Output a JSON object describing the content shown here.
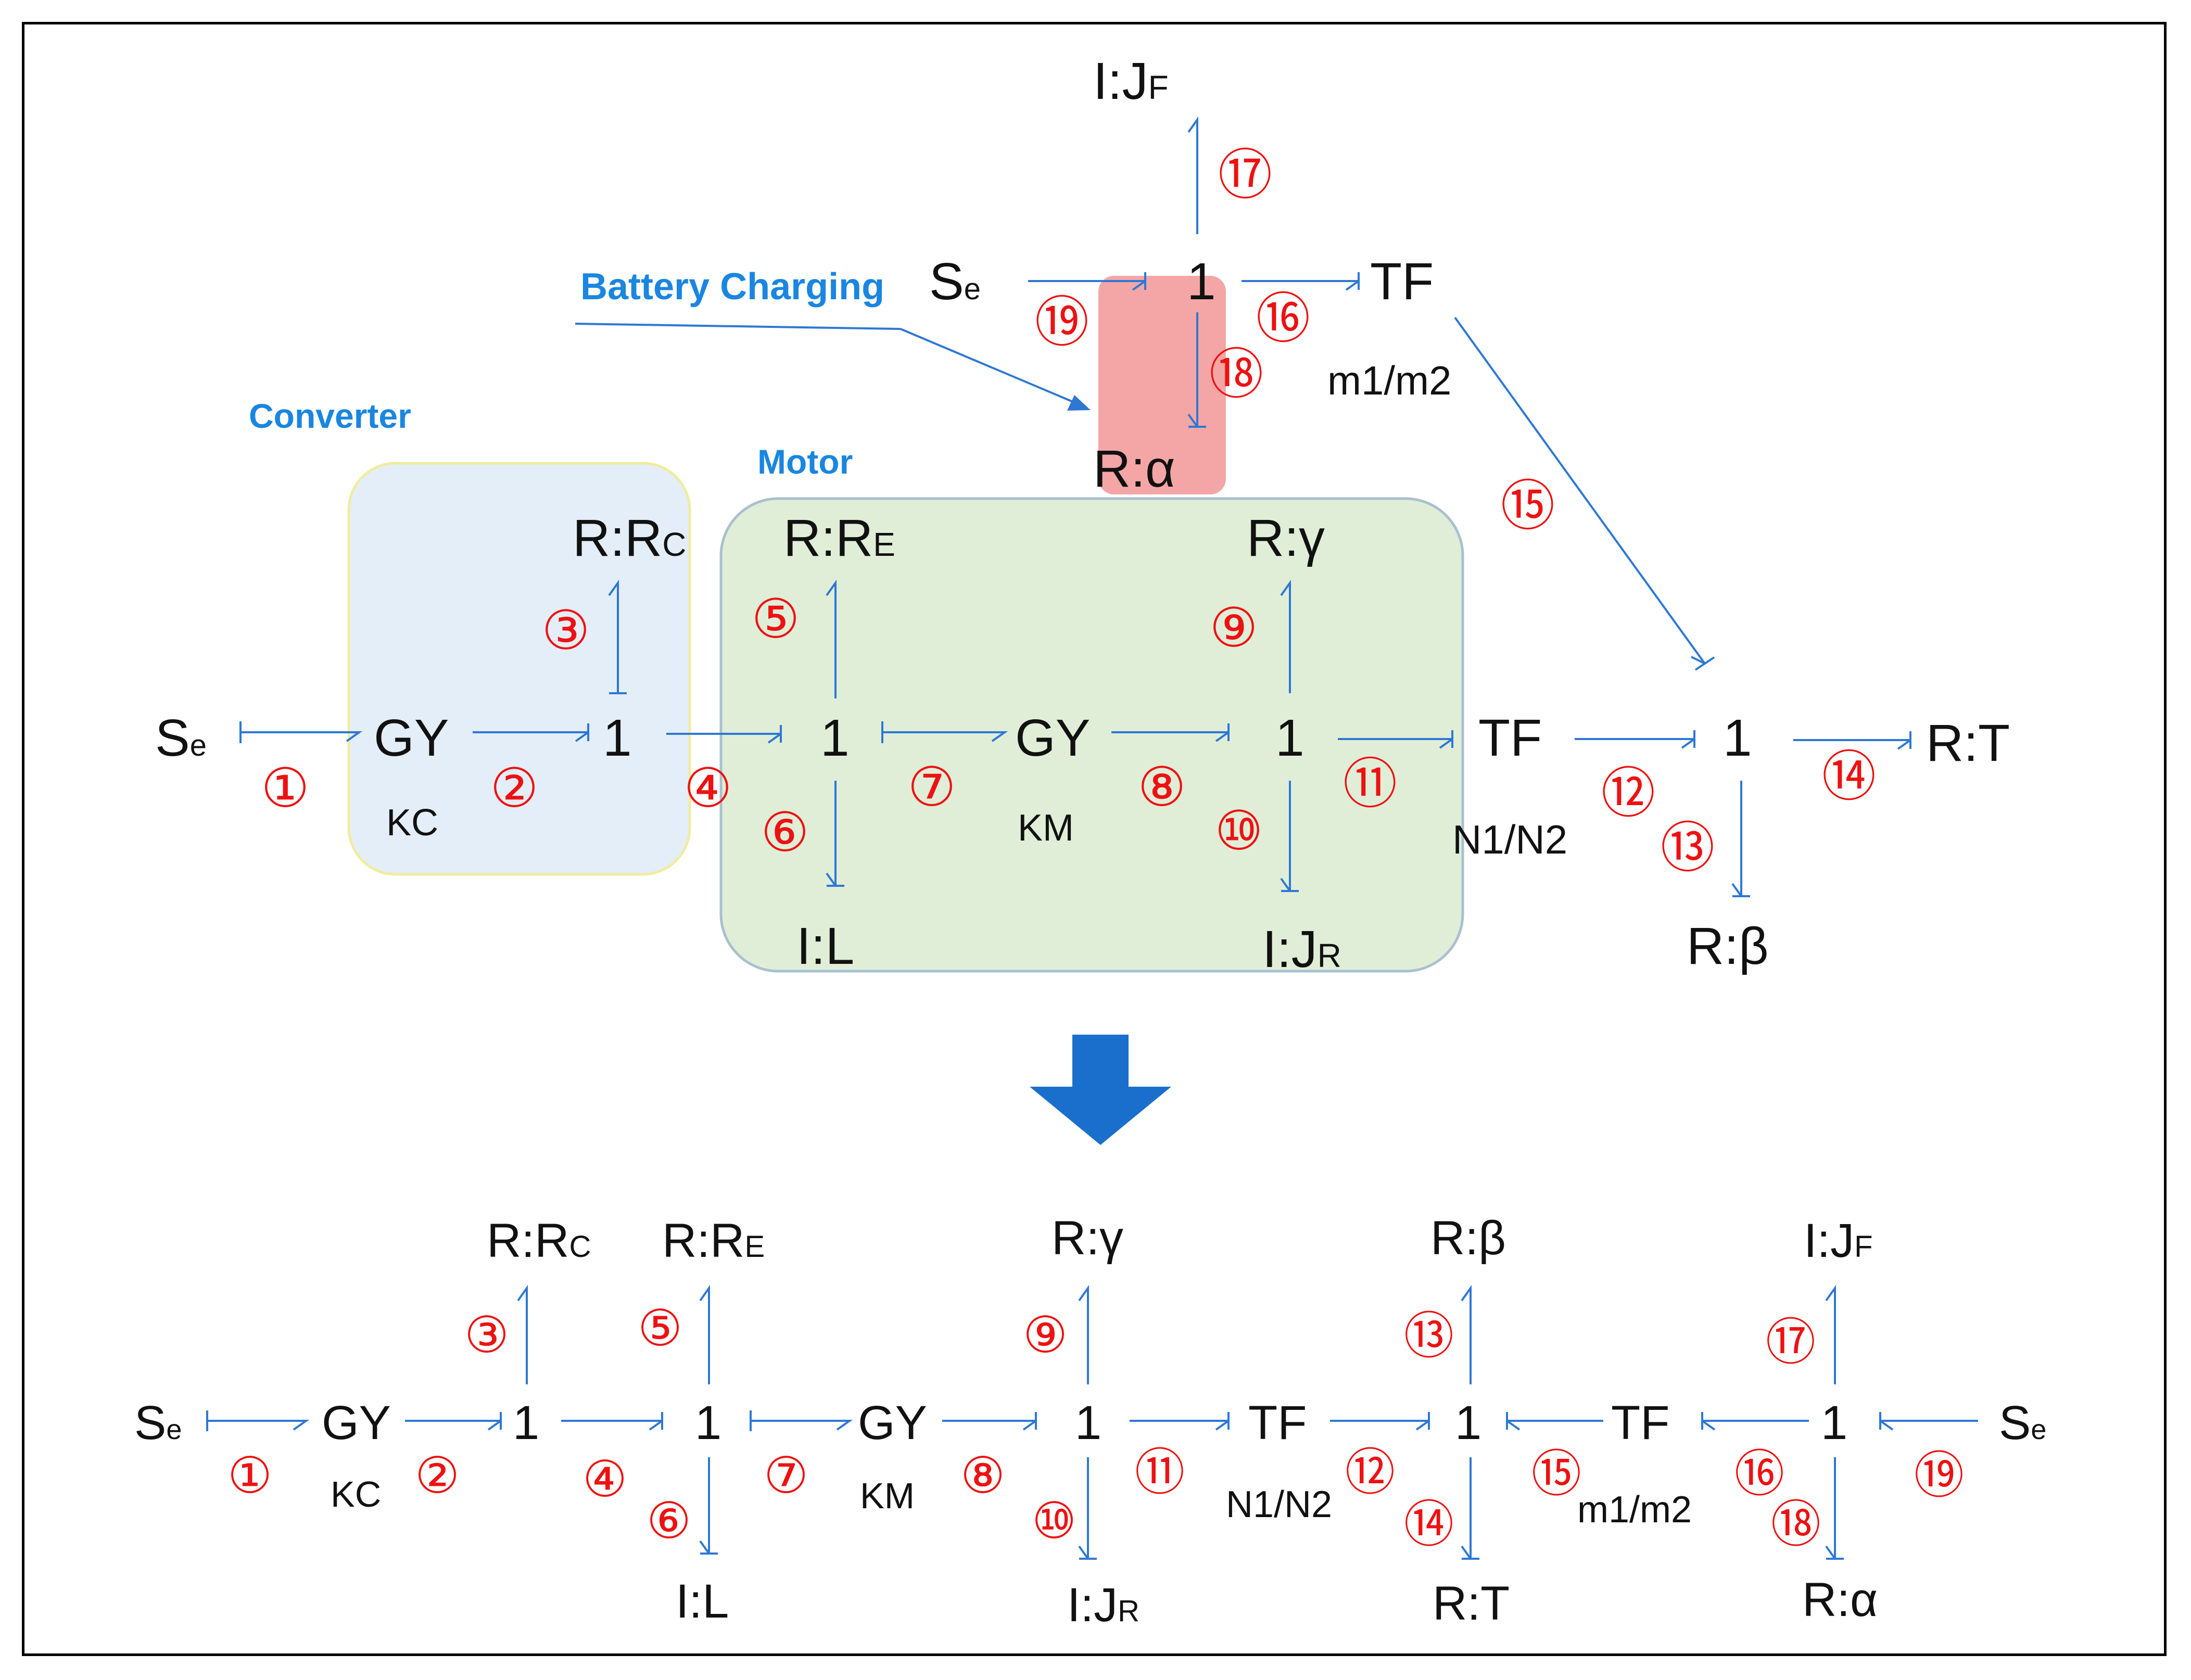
{
  "colors": {
    "bond": "#2e78d4",
    "bond_number": "#ee1111",
    "label_blue": "#1a86e0",
    "converter_fill": "#e4eef8",
    "converter_stroke": "#f0eca0",
    "motor_fill": "#e0eed8",
    "motor_stroke": "#a8c0d0",
    "battery_fill": "#f4a6a6",
    "down_arrow": "#1a6fcc"
  },
  "regions": {
    "converter": "Converter",
    "motor": "Motor",
    "battery_charging": "Battery Charging"
  },
  "top": {
    "se1": "S",
    "se1_sub": "e",
    "gy1": "GY",
    "kc": "KC",
    "one_a": "1",
    "rc": "R:R",
    "rc_sub": "C",
    "one_b": "1",
    "re": "R:R",
    "re_sub": "E",
    "il": "I:L",
    "gy2": "GY",
    "km": "KM",
    "one_c": "1",
    "rg": "R:γ",
    "ijr": "I:J",
    "ijr_sub": "R",
    "tf1": "TF",
    "n1n2": "N1/N2",
    "one_d": "1",
    "rt": "R:T",
    "rb": "R:β",
    "se2": "S",
    "se2_sub": "e",
    "one_e": "1",
    "ijf": "I:J",
    "ijf_sub": "F",
    "tf2": "TF",
    "m1m2": "m1/m2",
    "ra": "R:α",
    "b1": "①",
    "b2": "②",
    "b3": "③",
    "b4": "④",
    "b5": "⑤",
    "b6": "⑥",
    "b7": "⑦",
    "b8": "⑧",
    "b9": "⑨",
    "b10": "⑩",
    "b11": "⑪",
    "b12": "⑫",
    "b13": "⑬",
    "b14": "⑭",
    "b15": "⑮",
    "b16": "⑯",
    "b17": "⑰",
    "b18": "⑱",
    "b19": "⑲"
  },
  "bottom": {
    "se1": "S",
    "se1_sub": "e",
    "gy1": "GY",
    "kc": "KC",
    "one_a": "1",
    "rc": "R:R",
    "rc_sub": "C",
    "one_b": "1",
    "re": "R:R",
    "re_sub": "E",
    "il": "I:L",
    "gy2": "GY",
    "km": "KM",
    "one_c": "1",
    "rg": "R:γ",
    "ijr": "I:J",
    "ijr_sub": "R",
    "tf1": "TF",
    "n1n2": "N1/N2",
    "one_d": "1",
    "rb": "R:β",
    "rt": "R:T",
    "tf2": "TF",
    "m1m2": "m1/m2",
    "one_e": "1",
    "ijf": "I:J",
    "ijf_sub": "F",
    "ra": "R:α",
    "se2": "S",
    "se2_sub": "e",
    "b1": "①",
    "b2": "②",
    "b3": "③",
    "b4": "④",
    "b5": "⑤",
    "b6": "⑥",
    "b7": "⑦",
    "b8": "⑧",
    "b9": "⑨",
    "b10": "⑩",
    "b11": "⑪",
    "b12": "⑫",
    "b13": "⑬",
    "b14": "⑭",
    "b15": "⑮",
    "b16": "⑯",
    "b17": "⑰",
    "b18": "⑱",
    "b19": "⑲"
  }
}
